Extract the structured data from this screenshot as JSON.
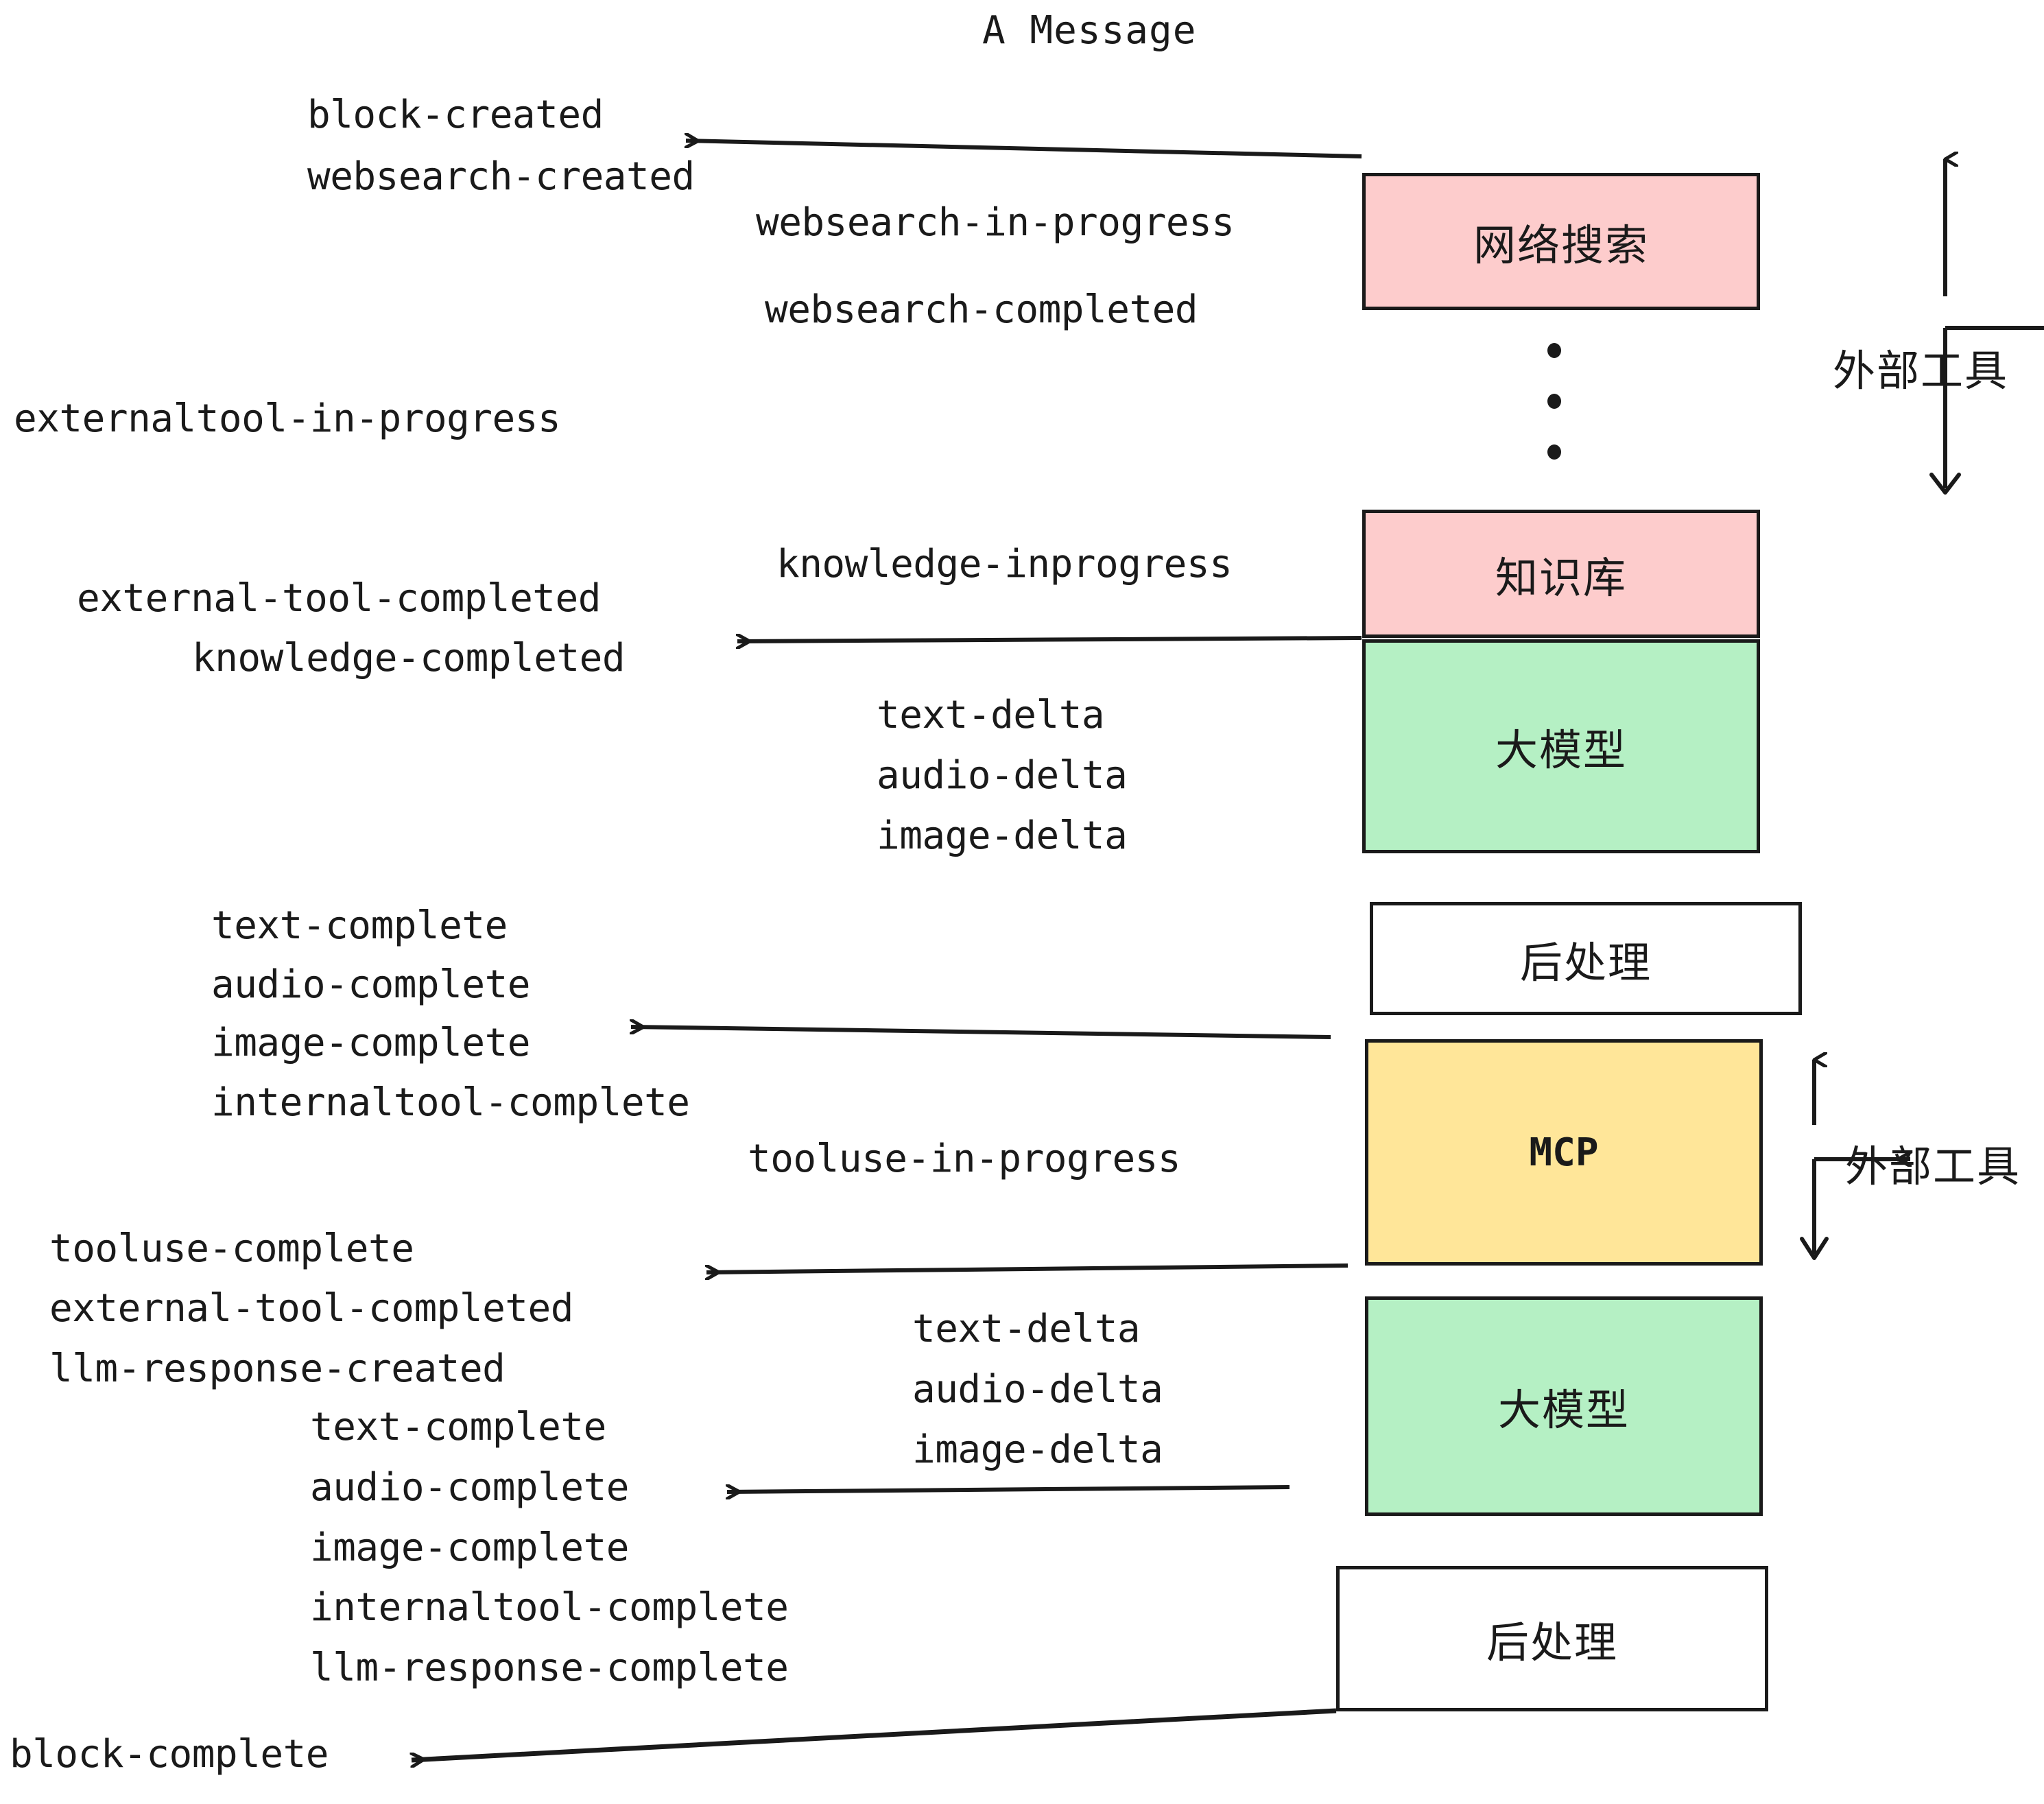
{
  "title": "A Message",
  "colors": {
    "external_tool_fill": "#fdcccc",
    "llm_fill": "#b5f0c4",
    "mcp_fill": "#ffe699",
    "postprocess_fill": "#ffffff",
    "stroke": "#1a1a1a",
    "background": "#ffffff"
  },
  "boxes": [
    {
      "id": "websearch",
      "label": "网络搜索",
      "fill": "external_tool_fill"
    },
    {
      "id": "knowledge",
      "label": "知识库",
      "fill": "external_tool_fill"
    },
    {
      "id": "llm-1",
      "label": "大模型",
      "fill": "llm_fill"
    },
    {
      "id": "postprocess-1",
      "label": "后处理",
      "fill": "postprocess_fill"
    },
    {
      "id": "mcp",
      "label": "MCP",
      "fill": "mcp_fill"
    },
    {
      "id": "llm-2",
      "label": "大模型",
      "fill": "llm_fill"
    },
    {
      "id": "postprocess-2",
      "label": "后处理",
      "fill": "postprocess_fill"
    }
  ],
  "side_labels": [
    {
      "id": "external-tool-bracket-top",
      "label": "外部工具"
    },
    {
      "id": "external-tool-bracket-bottom",
      "label": "外部工具"
    }
  ],
  "events": {
    "block_created": "block-created",
    "websearch_created": "websearch-created",
    "websearch_in_progress": "websearch-in-progress",
    "websearch_completed": "websearch-completed",
    "externaltool_in_progress": "externaltool-in-progress",
    "knowledge_inprogress": "knowledge-inprogress",
    "external_tool_completed_1": "external-tool-completed",
    "knowledge_completed": "knowledge-completed",
    "text_delta_1": "text-delta",
    "audio_delta_1": "audio-delta",
    "image_delta_1": "image-delta",
    "text_complete_1": "text-complete",
    "audio_complete_1": "audio-complete",
    "image_complete_1": "image-complete",
    "internaltool_complete_1": "internaltool-complete",
    "tooluse_in_progress": "tooluse-in-progress",
    "tooluse_complete": "tooluse-complete",
    "external_tool_completed_2": "external-tool-completed",
    "llm_response_created": "llm-response-created",
    "text_delta_2": "text-delta",
    "audio_delta_2": "audio-delta",
    "image_delta_2": "image-delta",
    "text_complete_2": "text-complete",
    "audio_complete_2": "audio-complete",
    "image_complete_2": "image-complete",
    "internaltool_complete_2": "internaltool-complete",
    "llm_response_complete": "llm-response-complete",
    "block_complete": "block-complete"
  }
}
